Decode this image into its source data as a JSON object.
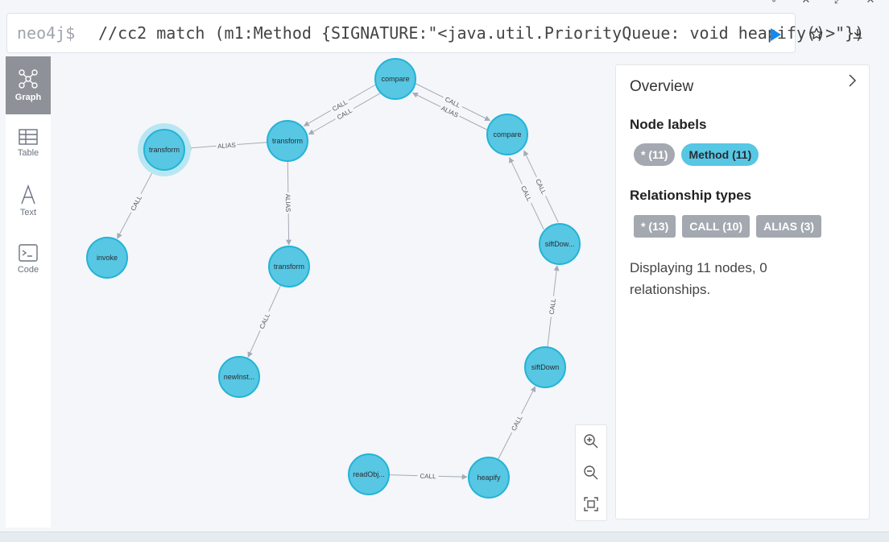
{
  "window_icons": [
    "pin-icon",
    "close-icon",
    "expand-icon",
    "close-icon"
  ],
  "editor": {
    "prompt": "neo4j$",
    "query": "//cc2 match (m1:Method {SIGNATURE:\"<java.util.PriorityQueue: void heapify()>\"})",
    "run_icon": "play-icon",
    "favorite_icon": "star-icon",
    "download_icon": "download-icon",
    "accent": "#1589f0"
  },
  "sidenav": {
    "items": [
      {
        "label": "Graph",
        "icon": "graph-icon",
        "active": true
      },
      {
        "label": "Table",
        "icon": "table-icon",
        "active": false
      },
      {
        "label": "Text",
        "icon": "text-icon",
        "active": false
      },
      {
        "label": "Code",
        "icon": "code-icon",
        "active": false
      }
    ]
  },
  "graph": {
    "node_color": "#57c7e3",
    "nodes": [
      {
        "id": "n0",
        "label": "compare"
      },
      {
        "id": "n1",
        "label": "transform"
      },
      {
        "id": "n2",
        "label": "transform"
      },
      {
        "id": "n3",
        "label": "compare"
      },
      {
        "id": "n4",
        "label": "invoke"
      },
      {
        "id": "n5",
        "label": "transform"
      },
      {
        "id": "n6",
        "label": "siftDow..."
      },
      {
        "id": "n7",
        "label": "newInst..."
      },
      {
        "id": "n8",
        "label": "siftDown"
      },
      {
        "id": "n9",
        "label": "readObj..."
      },
      {
        "id": "n10",
        "label": "heapify"
      }
    ],
    "edges": [
      {
        "label": "CALL"
      },
      {
        "label": "CALL"
      },
      {
        "label": "CALL"
      },
      {
        "label": "ALIAS"
      },
      {
        "label": "ALIAS"
      },
      {
        "label": "CALL"
      },
      {
        "label": "ALIAS"
      },
      {
        "label": "CALL"
      },
      {
        "label": "CALL"
      },
      {
        "label": "CALL"
      },
      {
        "label": "CALL"
      },
      {
        "label": "CALL"
      },
      {
        "label": "CALL"
      }
    ]
  },
  "zoom": {
    "zoom_in_icon": "zoom-in-icon",
    "zoom_out_icon": "zoom-out-icon",
    "fit_icon": "fit-screen-icon"
  },
  "overview": {
    "title": "Overview",
    "node_labels_heading": "Node labels",
    "node_labels": [
      "* (11)",
      "Method (11)"
    ],
    "rel_types_heading": "Relationship types",
    "rel_types": [
      "* (13)",
      "CALL (10)",
      "ALIAS (3)"
    ],
    "info": "Displaying 11 nodes, 0 relationships."
  }
}
